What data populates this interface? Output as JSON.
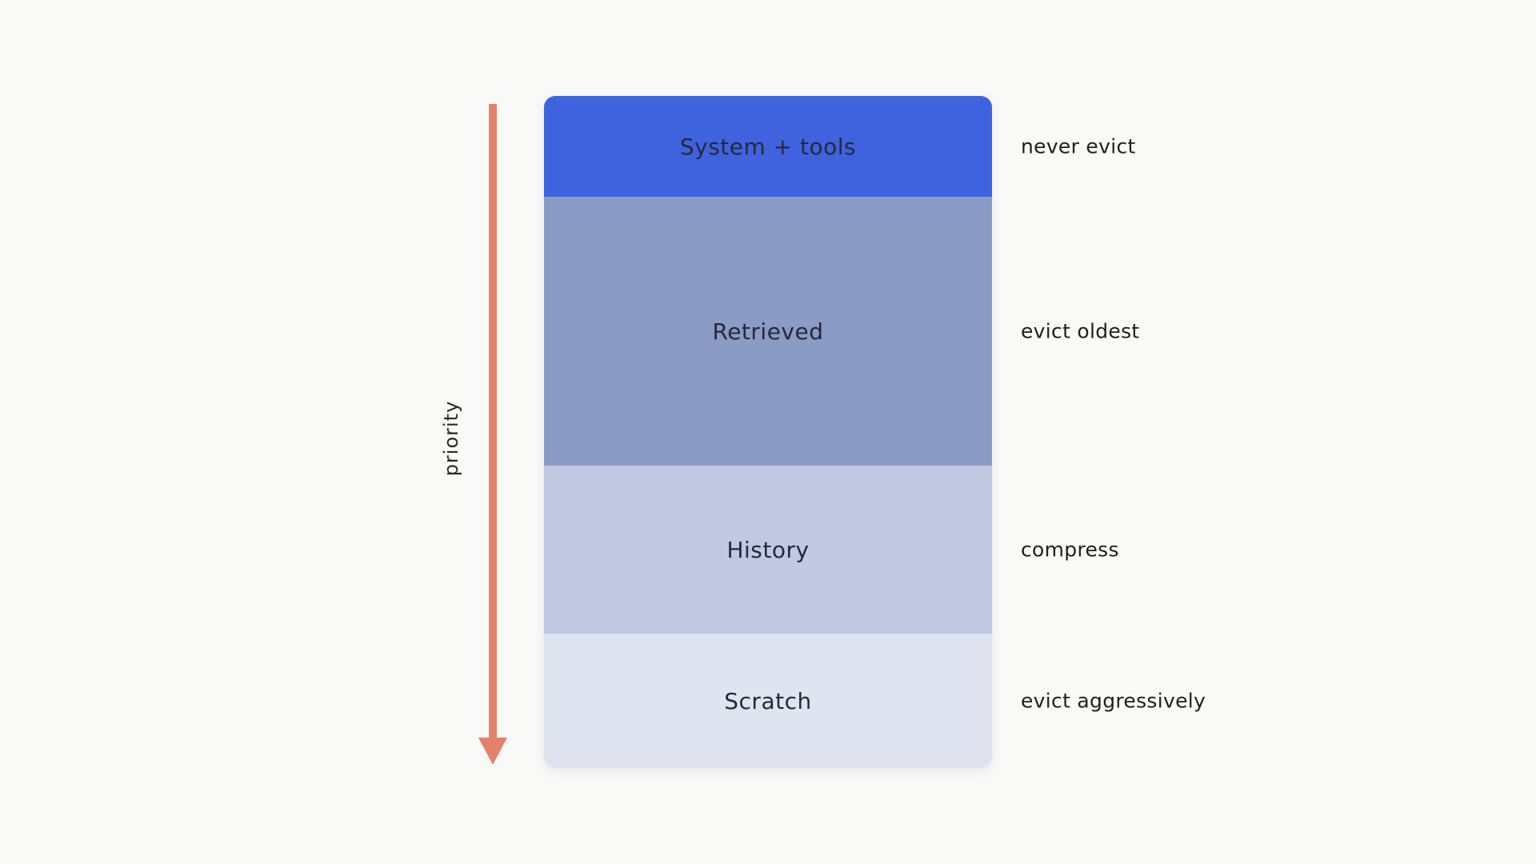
{
  "axis": {
    "label": "priority",
    "color": "#e3826b"
  },
  "layers": [
    {
      "label": "System + tools",
      "note": "never evict",
      "color": "#3f63de"
    },
    {
      "label": "Retrieved",
      "note": "evict oldest",
      "color": "#8a9cc5"
    },
    {
      "label": "History",
      "note": "compress",
      "color": "#c0c8e2"
    },
    {
      "label": "Scratch",
      "note": "evict aggressively",
      "color": "#e0e4f0"
    }
  ]
}
